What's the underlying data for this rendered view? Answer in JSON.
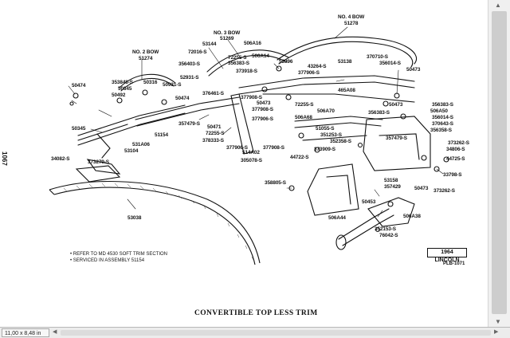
{
  "document": {
    "title": "CONVERTIBLE TOP LESS TRIM",
    "model": "1964 LINCOLN",
    "plate_id": "PLB-1071",
    "page_number": "1067",
    "notes": [
      "• REFER TO MD 4530 SOFT TRIM SECTION",
      "• SERVICED IN ASSEMBLY 51154"
    ]
  },
  "callouts": [
    "NO. 4 BOW",
    "51278",
    "NO. 3 BOW",
    "51269",
    "53144",
    "72016-S",
    "506A16",
    "356403-S",
    "72255-S",
    "506A14",
    "53996",
    "356383-S",
    "373918-S",
    "43264-S",
    "53138",
    "370710-S",
    "356014-S",
    "NO. 2 BOW",
    "51274",
    "52931-S",
    "377906-S",
    "50473",
    "353848-S",
    "50316",
    "50345",
    "50492",
    "50931-S",
    "50474",
    "376461-S",
    "377908-S",
    "50474",
    "50473",
    "465A08",
    "50473",
    "356383-S",
    "506A50",
    "356014-S",
    "370643-S",
    "72255-S",
    "377908-S",
    "506A70",
    "356383-S",
    "377906-S",
    "506A68",
    "51055-S",
    "356358-S",
    "50345",
    "357479-S",
    "50471",
    "72255-S",
    "378333-S",
    "51154",
    "377906-S",
    "377908-S",
    "351253-S",
    "352358-S",
    "357479-S",
    "373262-S",
    "34806-S",
    "531A06",
    "53104",
    "373279-S",
    "514A02",
    "305078-S",
    "373909-S",
    "44722-S",
    "34082-S",
    "44725-S",
    "33798-S",
    "358805-S",
    "373262-S",
    "53158",
    "357429",
    "50473",
    "506A44",
    "50453",
    "506A38",
    "352153-S",
    "76042-S",
    "53038"
  ],
  "viewer": {
    "page_size": "11,00 x 8,48 in"
  }
}
